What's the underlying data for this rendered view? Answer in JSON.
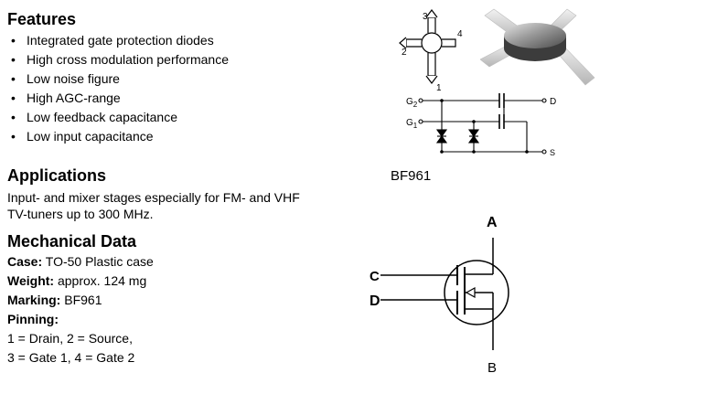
{
  "features": {
    "heading": "Features",
    "items": [
      "Integrated gate protection diodes",
      "High cross modulation performance",
      "Low noise figure",
      "High AGC-range",
      "Low feedback capacitance",
      "Low input capacitance"
    ]
  },
  "applications": {
    "heading": "Applications",
    "text_line1": "Input- and mixer stages especially for FM- and VHF",
    "text_line2": "TV-tuners up to 300 MHz."
  },
  "mechanical": {
    "heading": "Mechanical Data",
    "case_label": "Case:",
    "case_value": " TO-50 Plastic case",
    "weight_label": "Weight:",
    "weight_value": " approx. 124 mg",
    "marking_label": "Marking:",
    "marking_value": " BF961",
    "pinning_label": "Pinning:",
    "pinning_line1": "1 = Drain, 2 = Source,",
    "pinning_line2": "3 = Gate 1, 4 = Gate 2"
  },
  "package_diagram": {
    "pin1": "1",
    "pin2": "2",
    "pin3": "3",
    "pin4": "4"
  },
  "circuit": {
    "g2_label": "G",
    "g2_sub": "2",
    "g1_label": "G",
    "g1_sub": "1",
    "d_label": "D",
    "s_label": "S",
    "part_label": "BF961"
  },
  "symbol": {
    "a_label": "A",
    "b_label": "B",
    "c_label": "C",
    "d_label": "D"
  }
}
